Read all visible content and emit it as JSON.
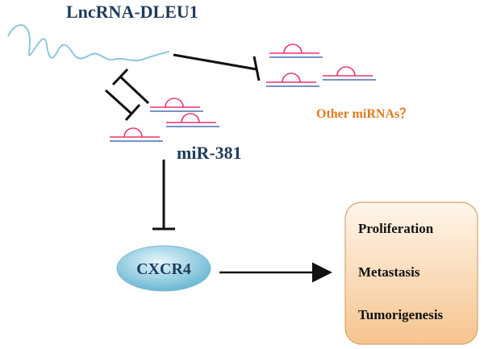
{
  "labels": {
    "lncrna": "LncRNA-DLEU1",
    "mirna": "miR-381",
    "other_mirnas": "Other miRNAs？",
    "target": "CXCR4"
  },
  "outcomes": [
    "Proliferation",
    "Metastasis",
    "Tumorigenesis"
  ],
  "colors": {
    "lncrna_text": "#1f3b5c",
    "lncrna_strand": "#8ec7d6",
    "mirna_arc": "#e8336e",
    "mirna_line_top": "#e8336e",
    "mirna_line_bottom": "#4a6fb3",
    "other_text": "#e07a1f",
    "cxcr4_fill_light": "#dff2fa",
    "cxcr4_fill_dark": "#6fbcd6",
    "outcome_box_light": "#fff4e6",
    "outcome_box_dark": "#f7c99a",
    "outcome_box_stroke": "#d9a36a",
    "inhibition": "#111111"
  }
}
